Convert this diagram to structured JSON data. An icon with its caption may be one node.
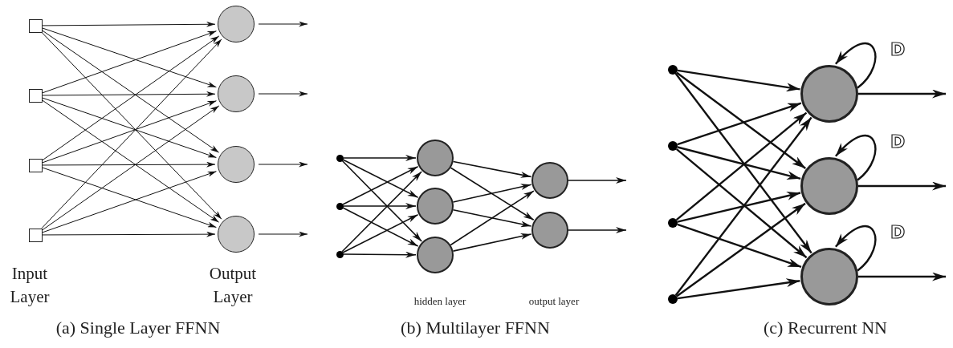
{
  "diagram": {
    "nodes": [
      {
        "text": [],
        "shape": "box"
      },
      {
        "text": [],
        "shape": "box"
      },
      {
        "text": [],
        "shape": "box"
      },
      {
        "text": [],
        "shape": "box"
      },
      {
        "text": [],
        "shape": "circle"
      },
      {
        "text": [],
        "shape": "circle"
      },
      {
        "text": [],
        "shape": "circle"
      },
      {
        "text": [],
        "shape": "circle"
      },
      {
        "text": [],
        "shape": "dot"
      },
      {
        "text": [],
        "shape": "dot"
      },
      {
        "text": [],
        "shape": "dot"
      },
      {
        "text": [],
        "shape": "circle"
      },
      {
        "text": [],
        "shape": "circle"
      },
      {
        "text": [],
        "shape": "circle"
      },
      {
        "text": [],
        "shape": "circle"
      },
      {
        "text": [],
        "shape": "circle"
      },
      {
        "text": [],
        "shape": "dot"
      },
      {
        "text": [],
        "shape": "dot"
      },
      {
        "text": [],
        "shape": "dot"
      },
      {
        "text": [],
        "shape": "dot"
      },
      {
        "text": [],
        "shape": "circle"
      },
      {
        "text": [],
        "shape": "circle"
      },
      {
        "text": [],
        "shape": "circle"
      }
    ],
    "edges": [
      {
        "from": 0,
        "to": 4,
        "arrow": "to"
      },
      {
        "from": 0,
        "to": 5,
        "arrow": "to"
      },
      {
        "from": 0,
        "to": 6,
        "arrow": "to"
      },
      {
        "from": 0,
        "to": 7,
        "arrow": "to"
      },
      {
        "from": 1,
        "to": 4,
        "arrow": "to"
      },
      {
        "from": 1,
        "to": 5,
        "arrow": "to"
      },
      {
        "from": 1,
        "to": 6,
        "arrow": "to"
      },
      {
        "from": 1,
        "to": 7,
        "arrow": "to"
      },
      {
        "from": 2,
        "to": 4,
        "arrow": "to"
      },
      {
        "from": 2,
        "to": 5,
        "arrow": "to"
      },
      {
        "from": 2,
        "to": 6,
        "arrow": "to"
      },
      {
        "from": 2,
        "to": 7,
        "arrow": "to"
      },
      {
        "from": 3,
        "to": 4,
        "arrow": "to"
      },
      {
        "from": 3,
        "to": 5,
        "arrow": "to"
      },
      {
        "from": 3,
        "to": 6,
        "arrow": "to"
      },
      {
        "from": 3,
        "to": 7,
        "arrow": "to"
      },
      {
        "from": 4,
        "to": null,
        "arrow": "to"
      },
      {
        "from": 5,
        "to": null,
        "arrow": "to"
      },
      {
        "from": 6,
        "to": null,
        "arrow": "to"
      },
      {
        "from": 7,
        "to": null,
        "arrow": "to"
      },
      {
        "from": 8,
        "to": 11,
        "arrow": "to"
      },
      {
        "from": 8,
        "to": 12,
        "arrow": "to"
      },
      {
        "from": 8,
        "to": 13,
        "arrow": "to"
      },
      {
        "from": 9,
        "to": 11,
        "arrow": "to"
      },
      {
        "from": 9,
        "to": 12,
        "arrow": "to"
      },
      {
        "from": 9,
        "to": 13,
        "arrow": "to"
      },
      {
        "from": 10,
        "to": 11,
        "arrow": "to"
      },
      {
        "from": 10,
        "to": 12,
        "arrow": "to"
      },
      {
        "from": 10,
        "to": 13,
        "arrow": "to"
      },
      {
        "from": 11,
        "to": 14,
        "arrow": "to"
      },
      {
        "from": 11,
        "to": 15,
        "arrow": "to"
      },
      {
        "from": 12,
        "to": 14,
        "arrow": "to"
      },
      {
        "from": 12,
        "to": 15,
        "arrow": "to"
      },
      {
        "from": 13,
        "to": 14,
        "arrow": "to"
      },
      {
        "from": 13,
        "to": 15,
        "arrow": "to"
      },
      {
        "from": 14,
        "to": null,
        "arrow": "to"
      },
      {
        "from": 15,
        "to": null,
        "arrow": "to"
      },
      {
        "from": 16,
        "to": 20,
        "arrow": "to"
      },
      {
        "from": 16,
        "to": 21,
        "arrow": "to"
      },
      {
        "from": 16,
        "to": 22,
        "arrow": "to"
      },
      {
        "from": 17,
        "to": 20,
        "arrow": "to"
      },
      {
        "from": 17,
        "to": 21,
        "arrow": "to"
      },
      {
        "from": 17,
        "to": 22,
        "arrow": "to"
      },
      {
        "from": 18,
        "to": 20,
        "arrow": "to"
      },
      {
        "from": 18,
        "to": 21,
        "arrow": "to"
      },
      {
        "from": 18,
        "to": 22,
        "arrow": "to"
      },
      {
        "from": 19,
        "to": 20,
        "arrow": "to"
      },
      {
        "from": 19,
        "to": 21,
        "arrow": "to"
      },
      {
        "from": 19,
        "to": 22,
        "arrow": "to"
      },
      {
        "from": 20,
        "to": 20,
        "label": "D",
        "arrow": "to"
      },
      {
        "from": 21,
        "to": 21,
        "label": "D",
        "arrow": "to"
      },
      {
        "from": 22,
        "to": 22,
        "label": "D",
        "arrow": "to"
      },
      {
        "from": 20,
        "to": null,
        "arrow": "to"
      },
      {
        "from": 21,
        "to": null,
        "arrow": "to"
      },
      {
        "from": 22,
        "to": null,
        "arrow": "to"
      }
    ],
    "labels": [
      "Input Layer",
      "Output Layer",
      "(a) Single Layer FFNN",
      "hidden layer",
      "output layer",
      "(b) Multilayer FFNN",
      "(c) Recurrent NN"
    ]
  }
}
